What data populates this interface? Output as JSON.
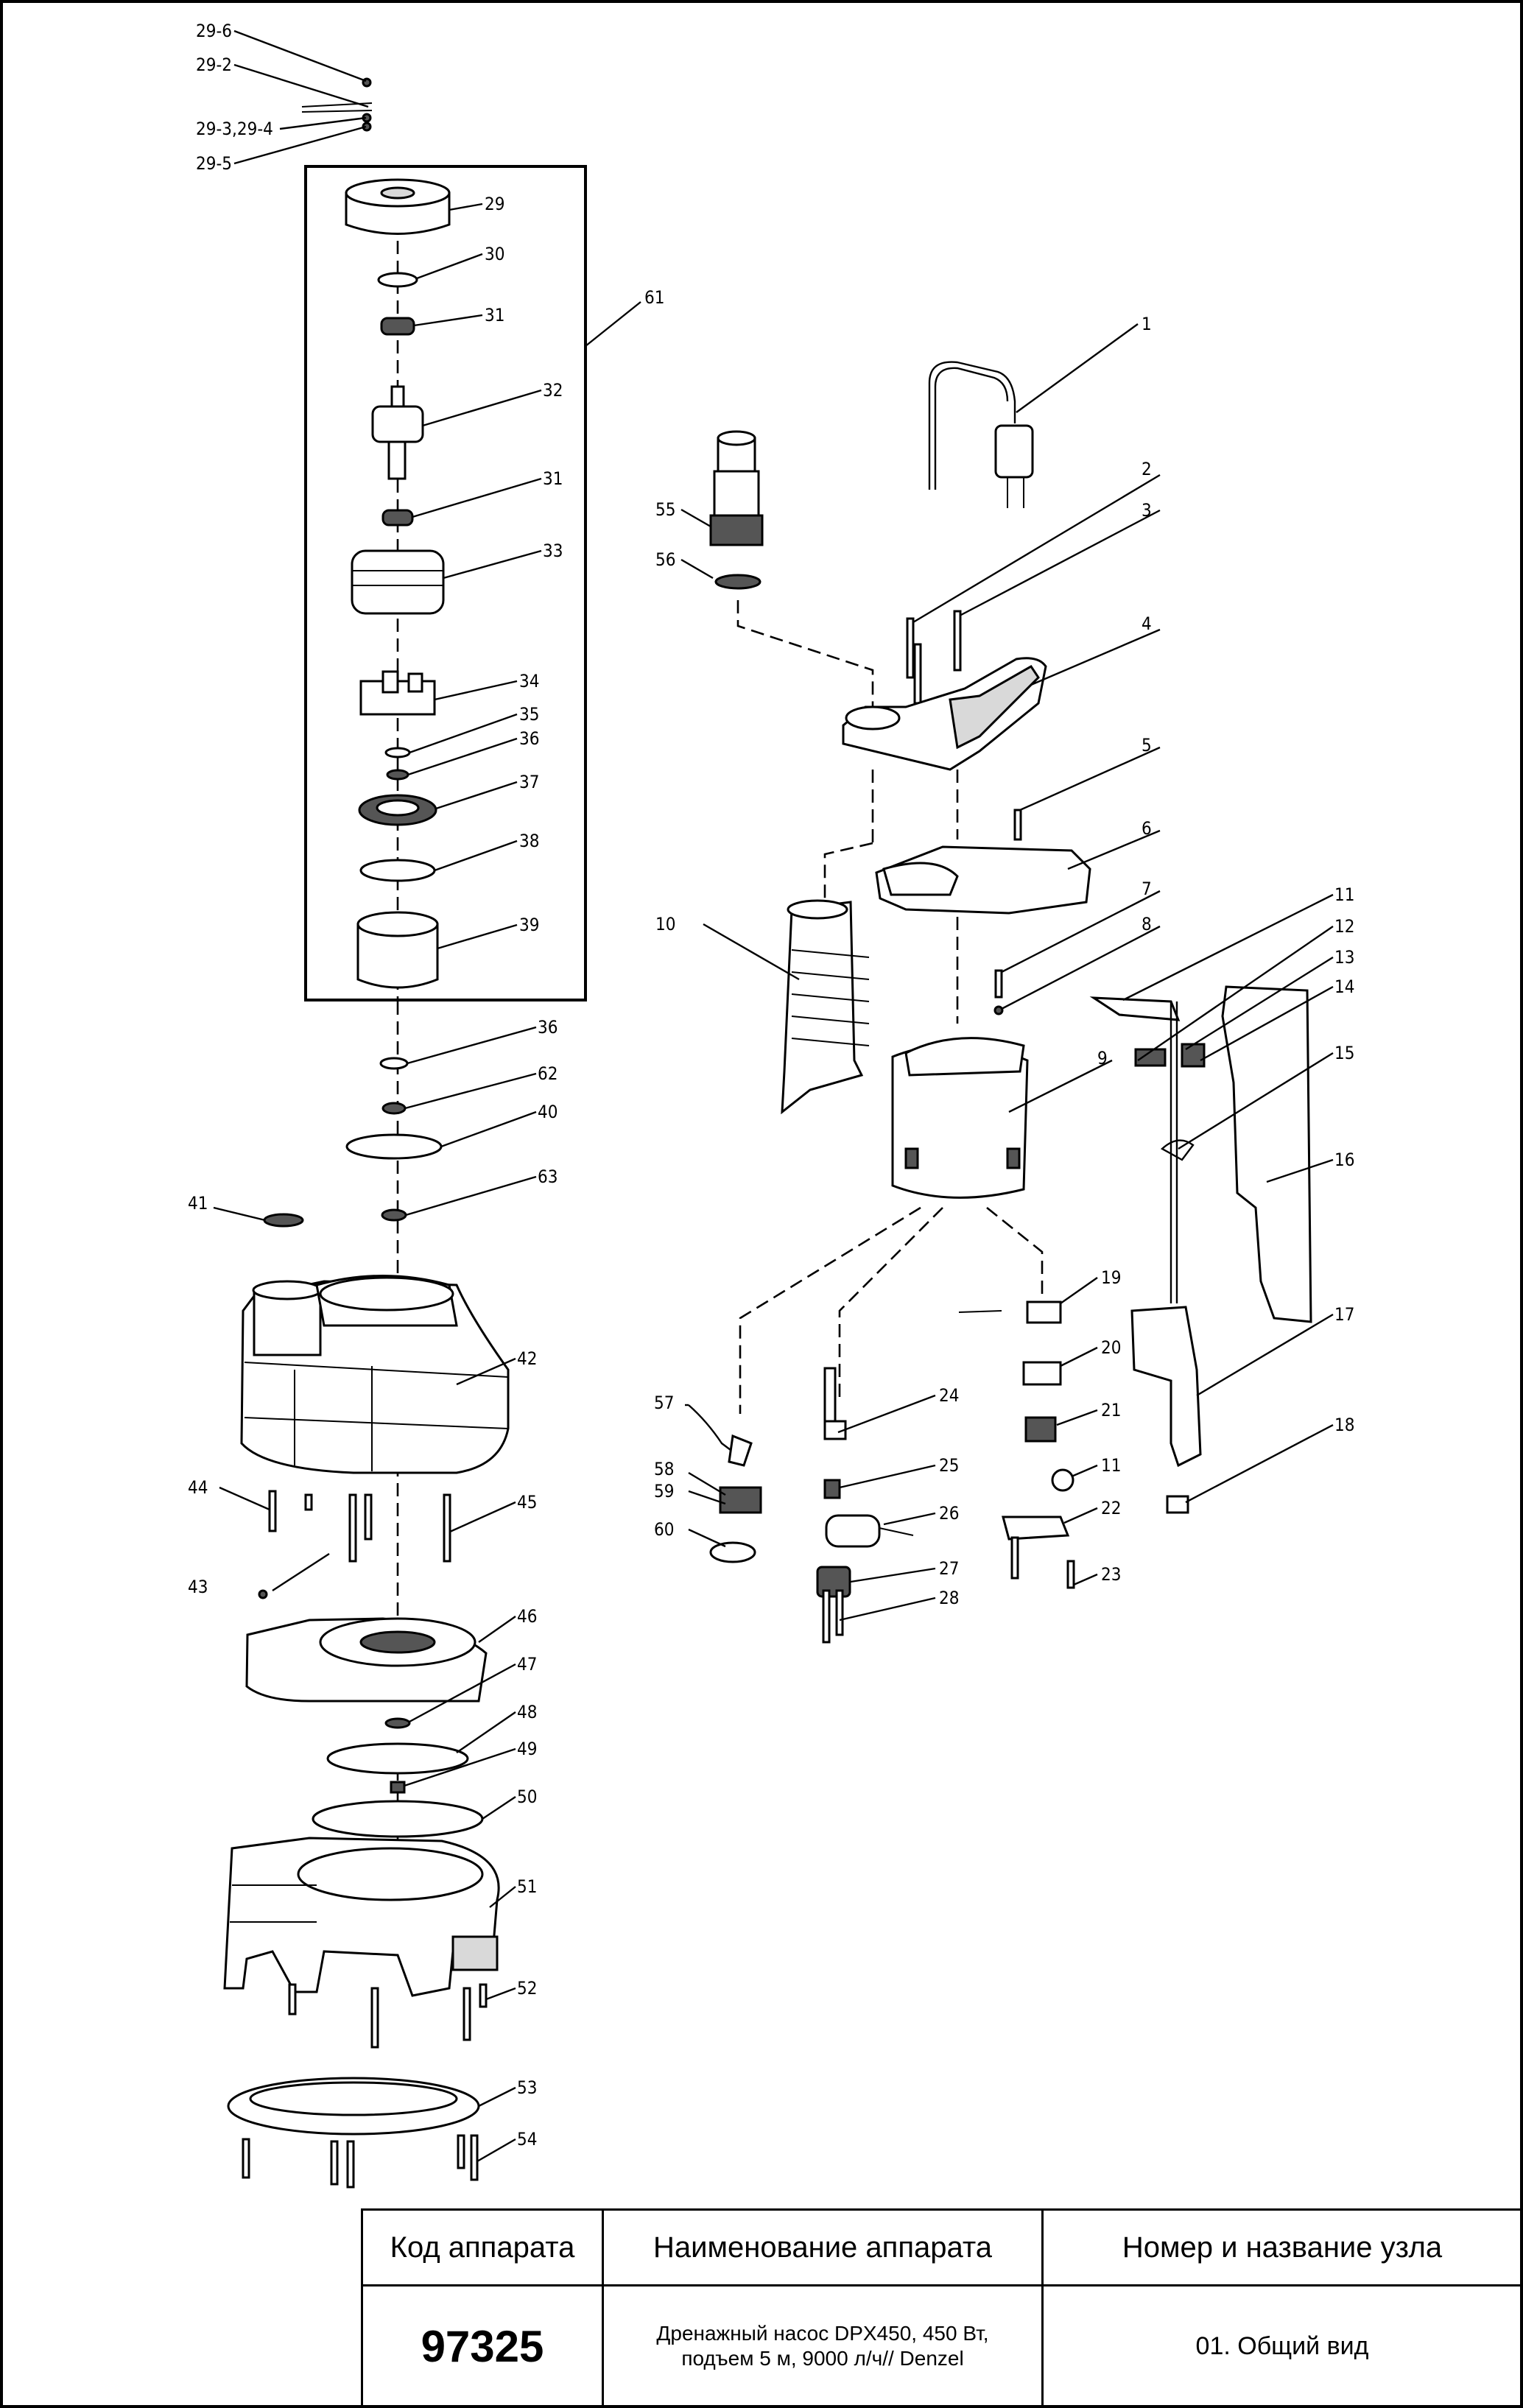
{
  "callouts": [
    {
      "id": "1",
      "text": "1"
    },
    {
      "id": "2",
      "text": "2"
    },
    {
      "id": "3",
      "text": "3"
    },
    {
      "id": "4",
      "text": "4"
    },
    {
      "id": "5",
      "text": "5"
    },
    {
      "id": "6",
      "text": "6"
    },
    {
      "id": "7",
      "text": "7"
    },
    {
      "id": "8",
      "text": "8"
    },
    {
      "id": "9",
      "text": "9"
    },
    {
      "id": "10",
      "text": "10"
    },
    {
      "id": "11a",
      "text": "11"
    },
    {
      "id": "11b",
      "text": "11"
    },
    {
      "id": "12",
      "text": "12"
    },
    {
      "id": "13",
      "text": "13"
    },
    {
      "id": "14",
      "text": "14"
    },
    {
      "id": "15",
      "text": "15"
    },
    {
      "id": "16",
      "text": "16"
    },
    {
      "id": "17",
      "text": "17"
    },
    {
      "id": "18",
      "text": "18"
    },
    {
      "id": "19",
      "text": "19"
    },
    {
      "id": "20",
      "text": "20"
    },
    {
      "id": "21",
      "text": "21"
    },
    {
      "id": "22",
      "text": "22"
    },
    {
      "id": "23",
      "text": "23"
    },
    {
      "id": "24",
      "text": "24"
    },
    {
      "id": "25",
      "text": "25"
    },
    {
      "id": "26",
      "text": "26"
    },
    {
      "id": "27",
      "text": "27"
    },
    {
      "id": "28",
      "text": "28"
    },
    {
      "id": "29",
      "text": "29"
    },
    {
      "id": "29-6",
      "text": "29-6"
    },
    {
      "id": "29-2",
      "text": "29-2"
    },
    {
      "id": "29-3",
      "text": "29-3,29-4"
    },
    {
      "id": "29-5",
      "text": "29-5"
    },
    {
      "id": "30",
      "text": "30"
    },
    {
      "id": "31a",
      "text": "31"
    },
    {
      "id": "31b",
      "text": "31"
    },
    {
      "id": "32",
      "text": "32"
    },
    {
      "id": "33",
      "text": "33"
    },
    {
      "id": "34",
      "text": "34"
    },
    {
      "id": "35",
      "text": "35"
    },
    {
      "id": "36a",
      "text": "36"
    },
    {
      "id": "36b",
      "text": "36"
    },
    {
      "id": "37",
      "text": "37"
    },
    {
      "id": "38",
      "text": "38"
    },
    {
      "id": "39",
      "text": "39"
    },
    {
      "id": "40",
      "text": "40"
    },
    {
      "id": "41",
      "text": "41"
    },
    {
      "id": "42",
      "text": "42"
    },
    {
      "id": "43",
      "text": "43"
    },
    {
      "id": "44",
      "text": "44"
    },
    {
      "id": "45",
      "text": "45"
    },
    {
      "id": "46",
      "text": "46"
    },
    {
      "id": "47",
      "text": "47"
    },
    {
      "id": "48",
      "text": "48"
    },
    {
      "id": "49",
      "text": "49"
    },
    {
      "id": "50",
      "text": "50"
    },
    {
      "id": "51",
      "text": "51"
    },
    {
      "id": "52",
      "text": "52"
    },
    {
      "id": "53",
      "text": "53"
    },
    {
      "id": "54",
      "text": "54"
    },
    {
      "id": "55",
      "text": "55"
    },
    {
      "id": "56",
      "text": "56"
    },
    {
      "id": "57",
      "text": "57"
    },
    {
      "id": "58",
      "text": "58"
    },
    {
      "id": "59",
      "text": "59"
    },
    {
      "id": "60",
      "text": "60"
    },
    {
      "id": "61",
      "text": "61"
    },
    {
      "id": "62",
      "text": "62"
    },
    {
      "id": "63",
      "text": "63"
    }
  ],
  "title_block": {
    "header_code": "Код аппарата",
    "header_name": "Наименование аппарата",
    "header_node": "Номер и название узла",
    "code": "97325",
    "name_line1": "Дренажный насос DPX450, 450 Вт,",
    "name_line2": "подъем 5 м, 9000 л/ч// Denzel",
    "node": "01. Общий вид"
  }
}
